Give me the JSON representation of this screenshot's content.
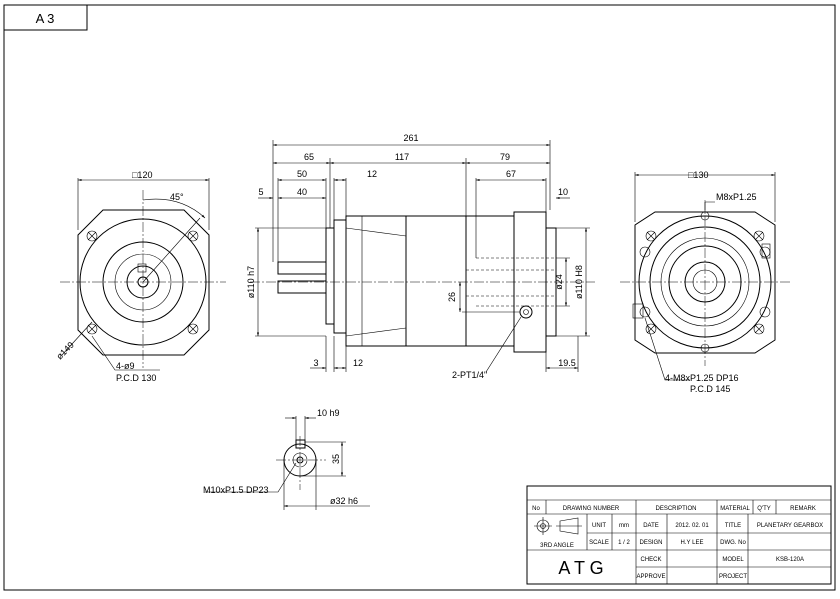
{
  "sheet": {
    "size": "A 3"
  },
  "front_view": {
    "square": "□120",
    "angle": "45°",
    "diameter": "ø149",
    "holes": "4-ø9",
    "pcd": "P.C.D 130"
  },
  "side_view": {
    "overall": "261",
    "len_65": "65",
    "len_117": "117",
    "len_79": "79",
    "len_50": "50",
    "len_40": "40",
    "len_5": "5",
    "len_12_top": "12",
    "len_67": "67",
    "len_10": "10",
    "shaft_dia": "ø110 h7",
    "dim_26": "26",
    "bore": "ø24",
    "housing_dia": "ø110 H8",
    "len_3": "3",
    "len_12_bottom": "12",
    "port": "2-PT1/4\"",
    "len_19_5": "19.5"
  },
  "rear_view": {
    "square": "□130",
    "thread_top": "M8xP1.25",
    "holes": "4-M8xP1.25 DP16",
    "pcd": "P.C.D 145"
  },
  "shaft_detail": {
    "key": "10 h9",
    "height": "35",
    "thread": "M10xP1.5 DP23",
    "dia": "ø32 h6"
  },
  "title_block": {
    "col_no": "No",
    "col_drawing_number": "DRAWING NUMBER",
    "col_description": "DESCRIPTION",
    "col_material": "MATERIAL",
    "col_qty": "Q'TY",
    "col_remark": "REMARK",
    "projection": "3RD ANGLE",
    "unit_label": "UNIT",
    "unit_value": "mm",
    "scale_label": "SCALE",
    "scale_value": "1 / 2",
    "date_label": "DATE",
    "date_value": "2012. 02. 01",
    "design_label": "DESIGN",
    "design_value": "H.Y LEE",
    "check_label": "CHECK",
    "approve_label": "APPROVE",
    "title_label": "TITLE",
    "title_value": "PLANETARY GEARBOX",
    "dwg_label": "DWG. No",
    "model_label": "MODEL",
    "model_value": "KSB-120A",
    "project_label": "PROJECT",
    "logo": "A T G"
  }
}
